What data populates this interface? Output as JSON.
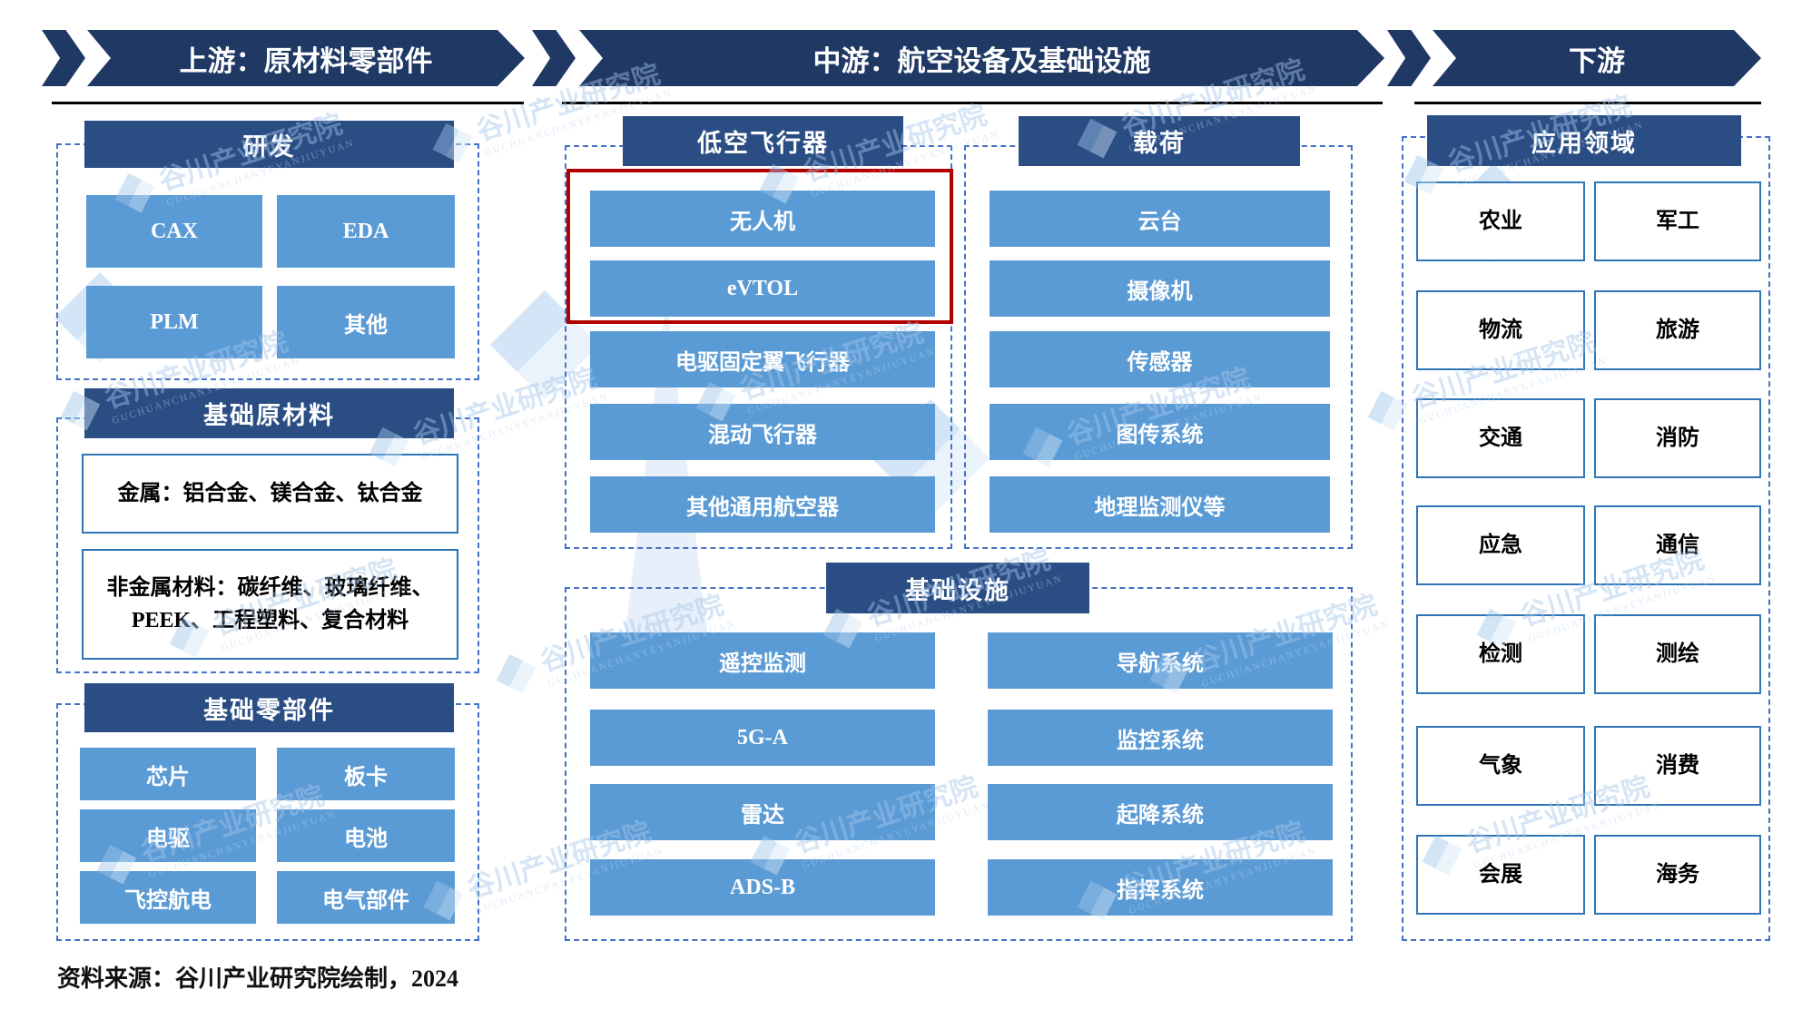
{
  "banners": [
    {
      "label": "上游：原材料零部件"
    },
    {
      "label": "中游：航空设备及基础设施"
    },
    {
      "label": "下游"
    }
  ],
  "upstream": {
    "rd": {
      "title": "研发",
      "items": [
        "CAX",
        "EDA",
        "PLM",
        "其他"
      ]
    },
    "materials": {
      "title": "基础原材料",
      "rows": [
        "金属：铝合金、镁合金、钛合金",
        "非金属材料：碳纤维、玻璃纤维、PEEK、工程塑料、复合材料"
      ]
    },
    "components": {
      "title": "基础零部件",
      "items": [
        "芯片",
        "板卡",
        "电驱",
        "电池",
        "飞控航电",
        "电气部件"
      ]
    }
  },
  "midstream": {
    "aircraft": {
      "title": "低空飞行器",
      "items": [
        "无人机",
        "eVTOL",
        "电驱固定翼飞行器",
        "混动飞行器",
        "其他通用航空器"
      ]
    },
    "payload": {
      "title": "载荷",
      "items": [
        "云台",
        "摄像机",
        "传感器",
        "图传系统",
        "地理监测仪等"
      ]
    },
    "infrastructure": {
      "title": "基础设施",
      "left": [
        "遥控监测",
        "5G-A",
        "雷达",
        "ADS-B"
      ],
      "right": [
        "导航系统",
        "监控系统",
        "起降系统",
        "指挥系统"
      ]
    }
  },
  "downstream": {
    "title": "应用领域",
    "items": [
      "农业",
      "军工",
      "物流",
      "旅游",
      "交通",
      "消防",
      "应急",
      "通信",
      "检测",
      "测绘",
      "气象",
      "消费",
      "会展",
      "海务"
    ]
  },
  "source_note": "资料来源：谷川产业研究院绘制，2024",
  "watermark": {
    "zh": "谷川产业研究院",
    "en": "GUCHUANCHANYEYANJIUYUAN"
  },
  "colors": {
    "banner_navy": "#1f3864",
    "header_blue": "#2a4d84",
    "button_blue": "#5b9bd5",
    "highlight_red": "#b20000",
    "dash_blue": "#4472c4",
    "white_box_border": "#2e75b6"
  }
}
